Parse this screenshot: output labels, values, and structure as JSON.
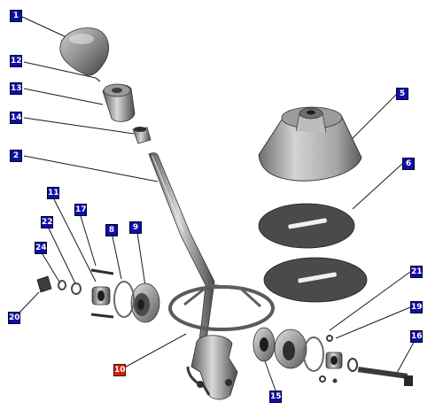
{
  "colors": {
    "callout_default": "#0f0fa8",
    "callout_selected": "#d0200e",
    "leader": "#1a1a1a",
    "part_fill": "#8a8a8a",
    "part_dark": "#3c3c3c",
    "gasket_fill": "#4a4a4a"
  },
  "callouts": [
    {
      "id": "c1",
      "label": "1",
      "selected": false
    },
    {
      "id": "c12",
      "label": "12",
      "selected": false
    },
    {
      "id": "c13",
      "label": "13",
      "selected": false
    },
    {
      "id": "c14",
      "label": "14",
      "selected": false
    },
    {
      "id": "c2",
      "label": "2",
      "selected": false
    },
    {
      "id": "c5",
      "label": "5",
      "selected": false
    },
    {
      "id": "c6",
      "label": "6",
      "selected": false
    },
    {
      "id": "c11",
      "label": "11",
      "selected": false
    },
    {
      "id": "c17",
      "label": "17",
      "selected": false
    },
    {
      "id": "c22",
      "label": "22",
      "selected": false
    },
    {
      "id": "c8",
      "label": "8",
      "selected": false
    },
    {
      "id": "c9",
      "label": "9",
      "selected": false
    },
    {
      "id": "c24",
      "label": "24",
      "selected": false
    },
    {
      "id": "c20",
      "label": "20",
      "selected": false
    },
    {
      "id": "c21",
      "label": "21",
      "selected": false
    },
    {
      "id": "c19",
      "label": "19",
      "selected": false
    },
    {
      "id": "c16",
      "label": "16",
      "selected": false
    },
    {
      "id": "c10",
      "label": "10",
      "selected": true
    },
    {
      "id": "c15",
      "label": "15",
      "selected": false
    }
  ]
}
